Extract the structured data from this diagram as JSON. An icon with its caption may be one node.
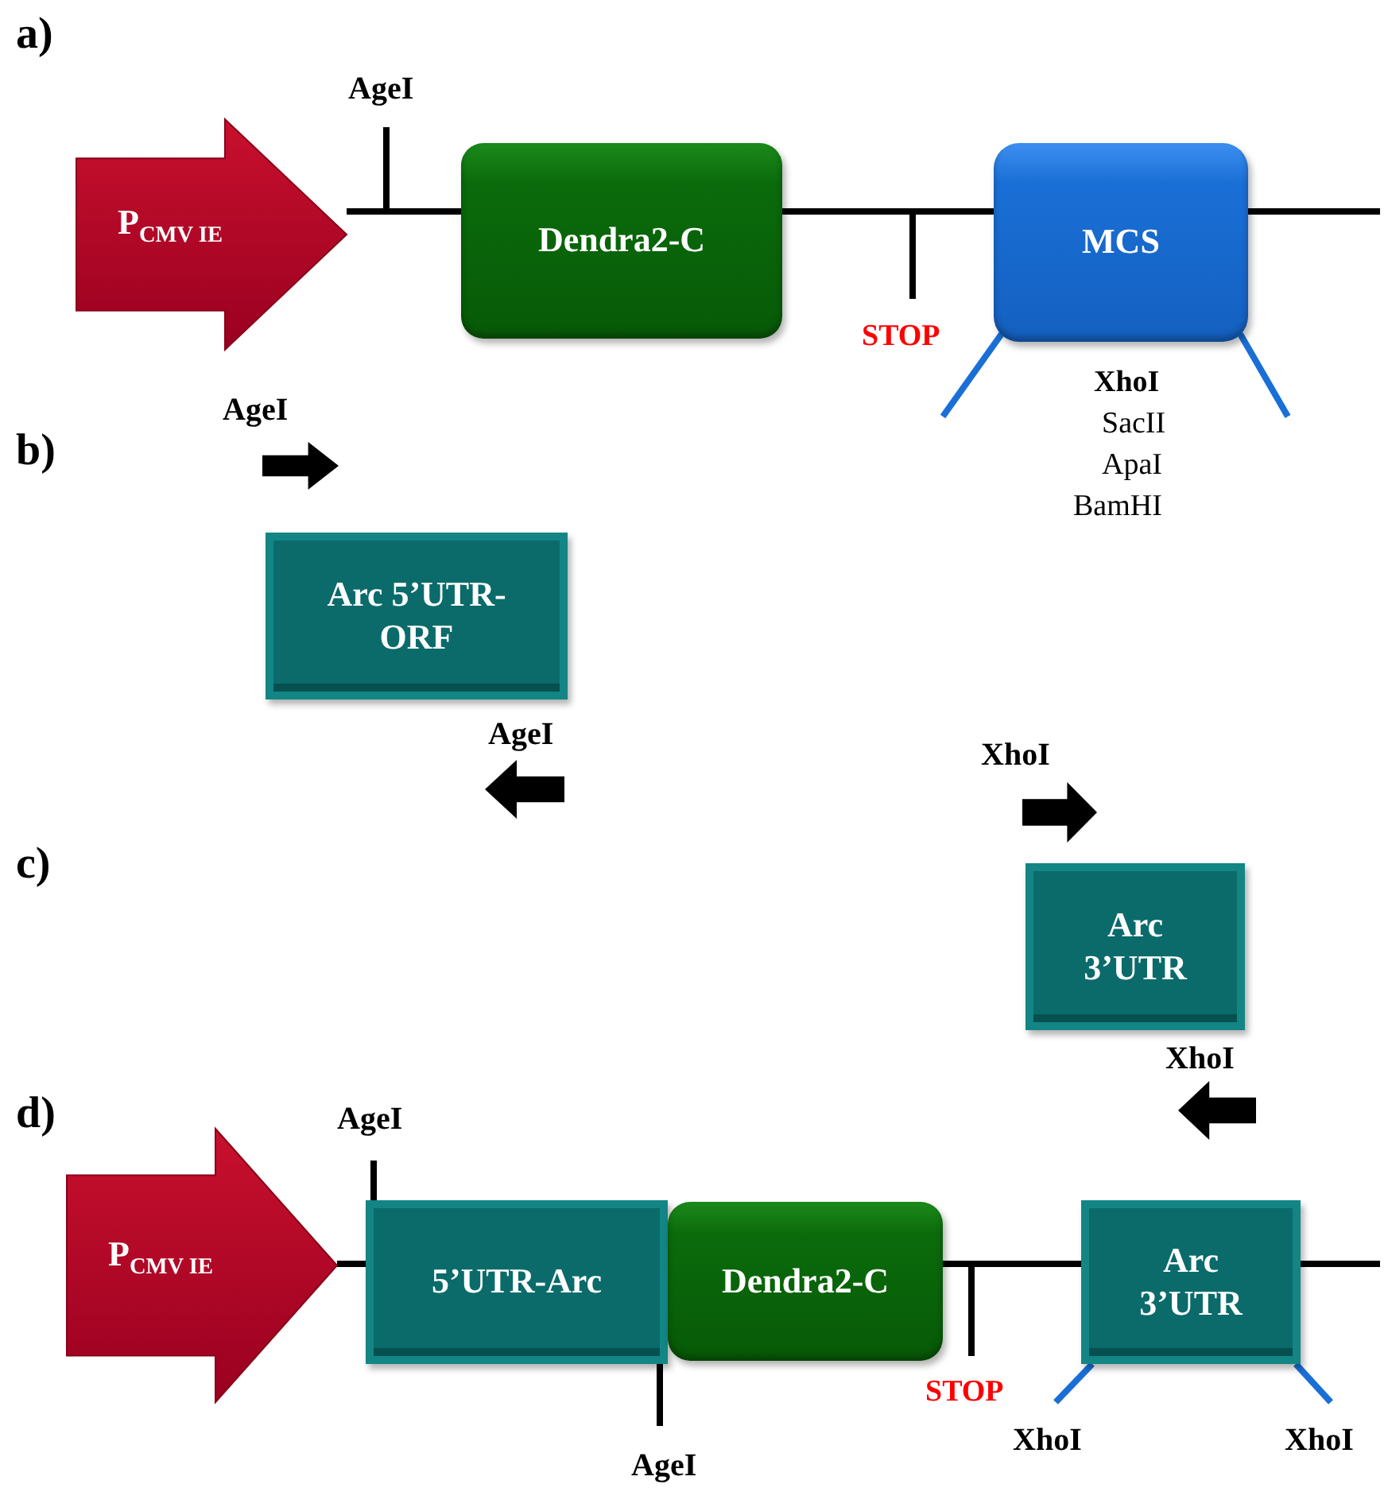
{
  "diagram": {
    "nodes": [
      {
        "text": [
          "P$_{CMV IE}$"
        ]
      },
      {
        "text": [
          "Dendra2-C"
        ]
      },
      {
        "text": [
          "MCS"
        ]
      },
      {
        "text": [
          "Arc 5’UTR-ORF"
        ]
      },
      {
        "text": [
          "Arc 3’UTR"
        ]
      },
      {
        "text": [
          "P$_{CMV IE}$"
        ]
      },
      {
        "text": [
          "5’UTR-Arc"
        ]
      },
      {
        "text": [
          "Dendra2-C"
        ]
      },
      {
        "text": [
          "Arc 3’UTR"
        ]
      }
    ],
    "edges": [
      {
        "from": 0,
        "to": 1,
        "arrow": "none"
      },
      {
        "from": 1,
        "to": 2,
        "arrow": "none"
      },
      {
        "from": 2,
        "to": null,
        "arrow": "none"
      },
      {
        "from": 5,
        "to": 6,
        "arrow": "none"
      },
      {
        "from": 7,
        "to": 8,
        "arrow": "none"
      },
      {
        "from": 8,
        "to": null,
        "arrow": "none"
      }
    ],
    "labels": [
      "a)",
      "AgeI",
      "STOP",
      "XhoI",
      "SacII",
      "ApaI",
      "BamHI",
      "AgeI",
      "b)",
      "AgeI",
      "XhoI",
      "c)",
      "XhoI",
      "d)",
      "AgeI",
      "STOP",
      "XhoI",
      "XhoI",
      "AgeI"
    ]
  }
}
